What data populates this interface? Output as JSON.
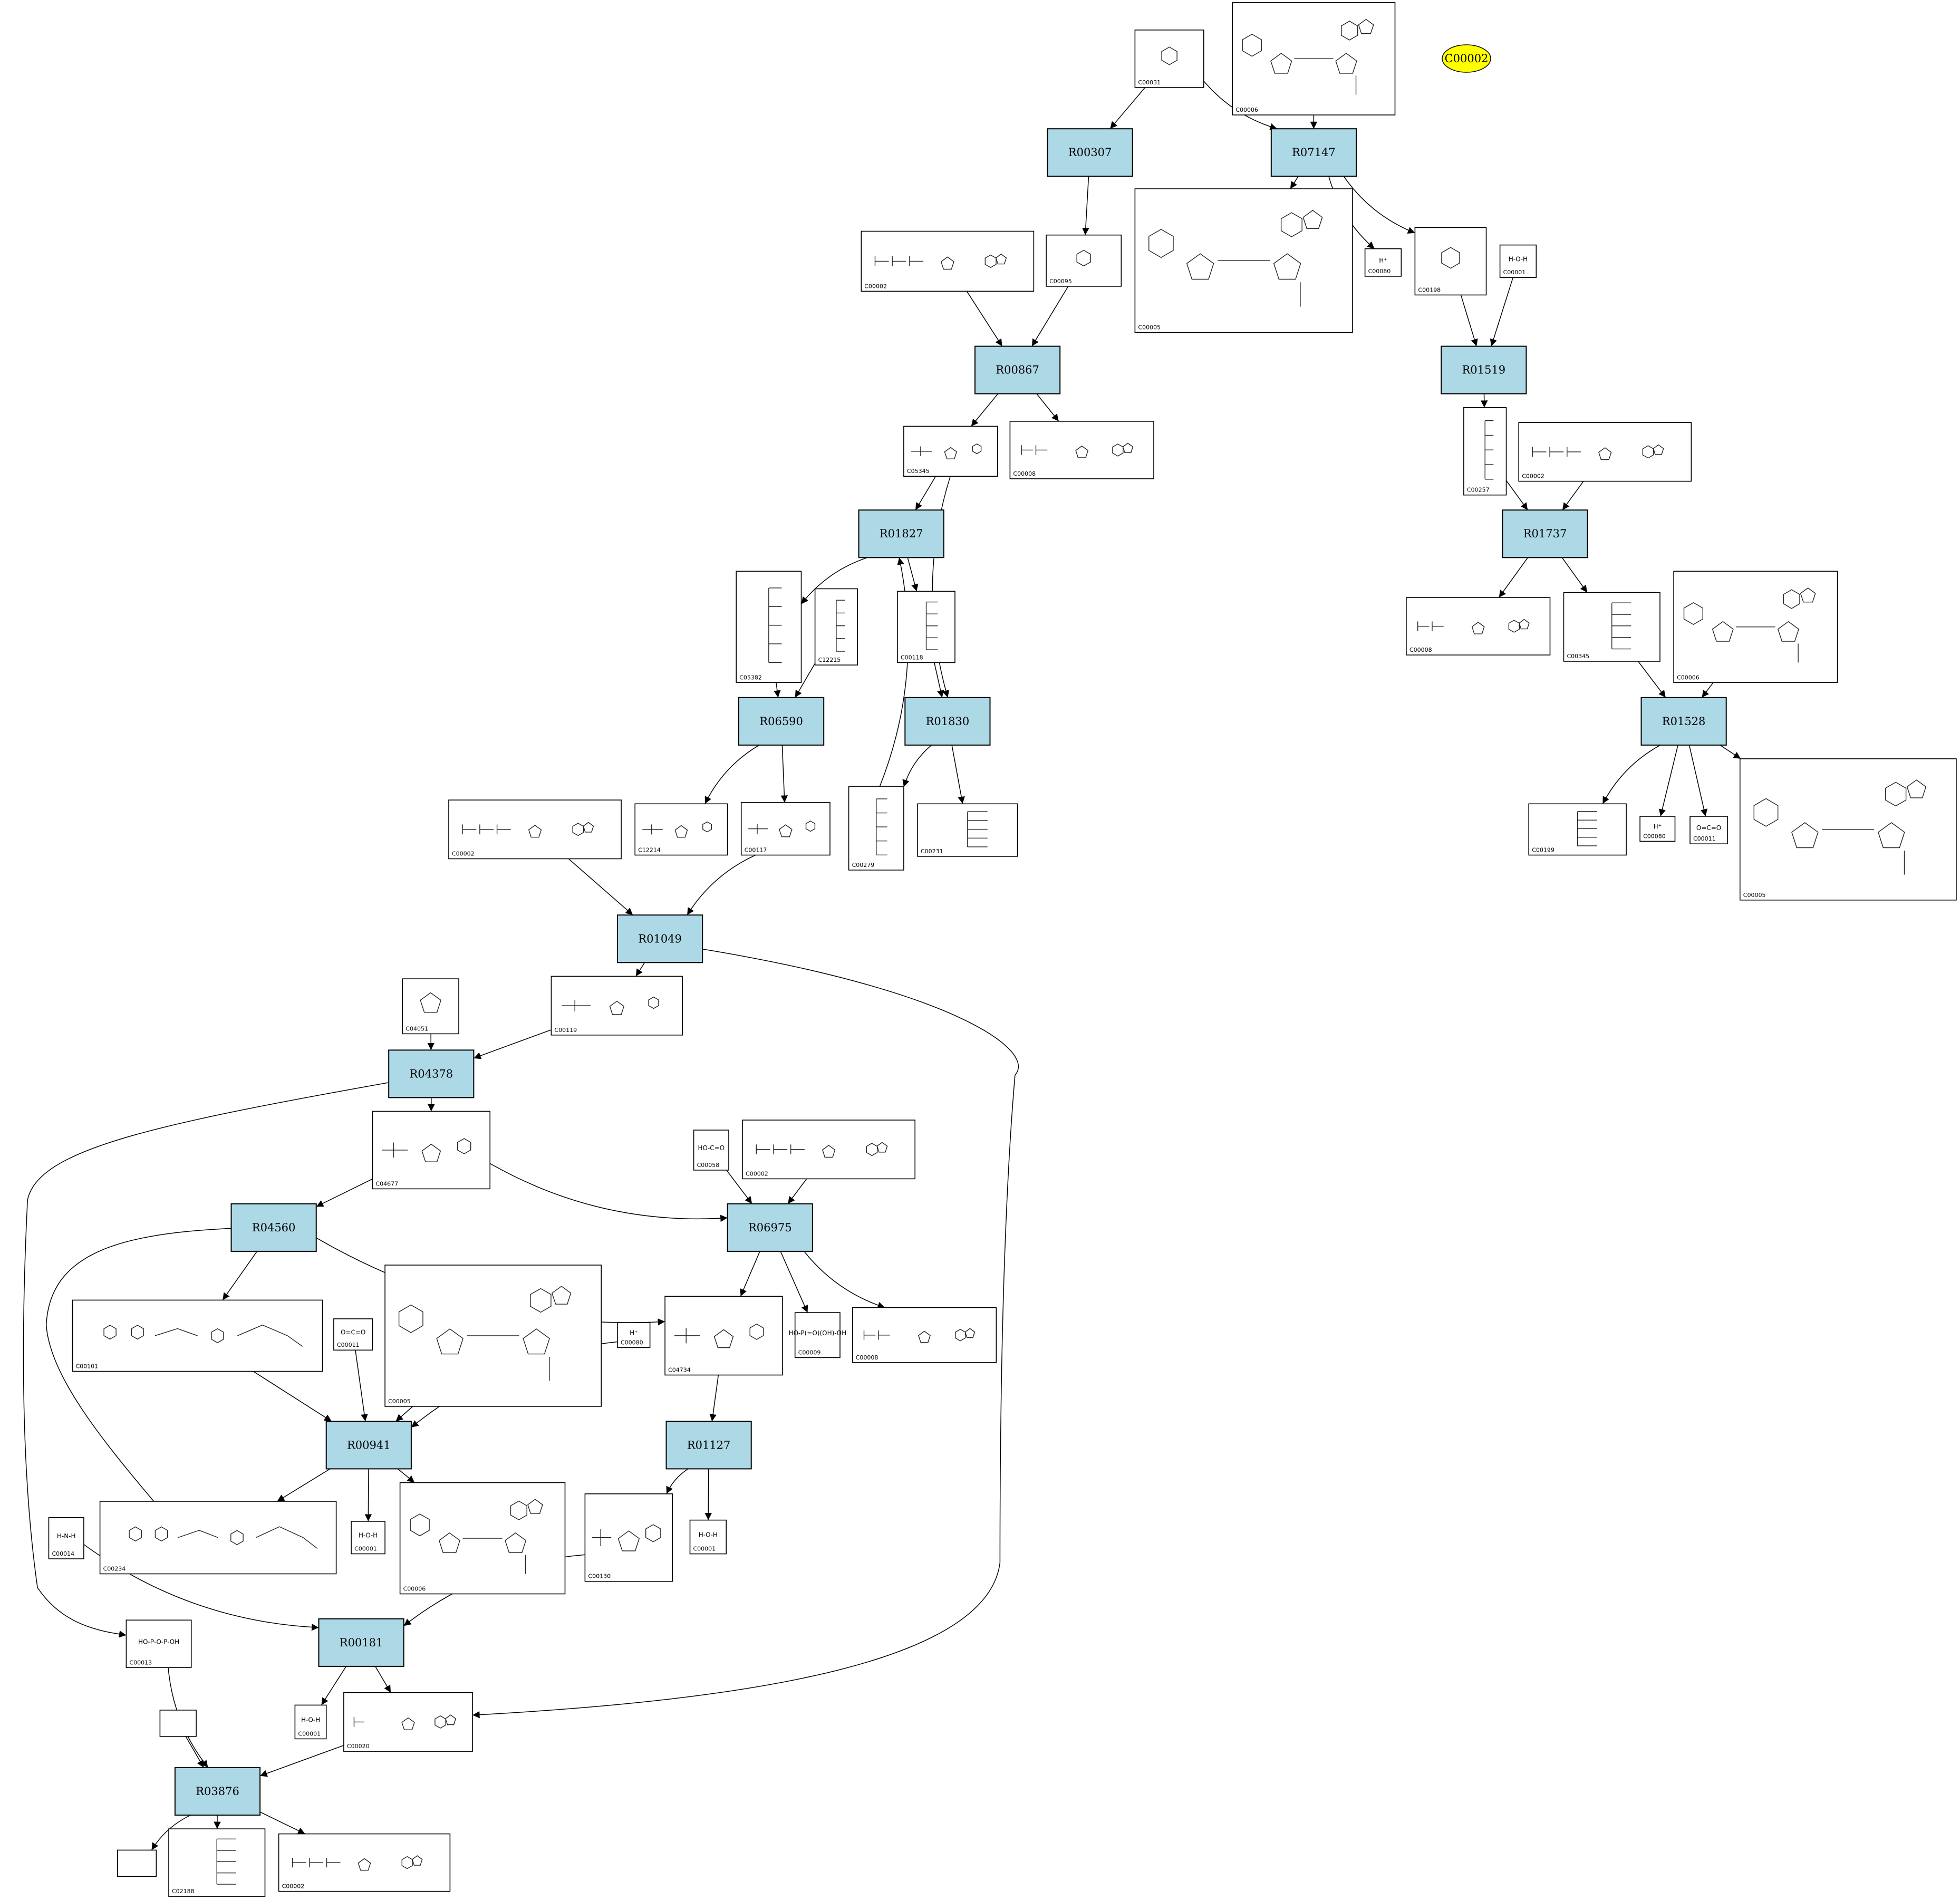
{
  "graph": {
    "reactions": [
      {
        "id": "R00307",
        "label": "R00307"
      },
      {
        "id": "R07147",
        "label": "R07147"
      },
      {
        "id": "R00867",
        "label": "R00867"
      },
      {
        "id": "R01519",
        "label": "R01519"
      },
      {
        "id": "R01827",
        "label": "R01827"
      },
      {
        "id": "R01737",
        "label": "R01737"
      },
      {
        "id": "R06590",
        "label": "R06590"
      },
      {
        "id": "R01830",
        "label": "R01830"
      },
      {
        "id": "R01528",
        "label": "R01528"
      },
      {
        "id": "R01049",
        "label": "R01049"
      },
      {
        "id": "R04378",
        "label": "R04378"
      },
      {
        "id": "R04560",
        "label": "R04560"
      },
      {
        "id": "R06975",
        "label": "R06975"
      },
      {
        "id": "R00941",
        "label": "R00941"
      },
      {
        "id": "R01127",
        "label": "R01127"
      },
      {
        "id": "R00181",
        "label": "R00181"
      },
      {
        "id": "R03876",
        "label": "R03876"
      }
    ],
    "highlight": {
      "id": "C00002",
      "label": "C00002",
      "color": "#ffff00"
    },
    "reaction_color": "#add8e6",
    "compounds": [
      {
        "key": "c31",
        "cid": "C00031",
        "kind": "sugar",
        "formula": ""
      },
      {
        "key": "c6a",
        "cid": "C00006",
        "kind": "nucleotide",
        "formula": ""
      },
      {
        "key": "c2a",
        "cid": "C00002",
        "kind": "atp",
        "formula": ""
      },
      {
        "key": "c95",
        "cid": "C00095",
        "kind": "sugar",
        "formula": ""
      },
      {
        "key": "c5a",
        "cid": "C00005",
        "kind": "nucleotide",
        "formula": ""
      },
      {
        "key": "c80a",
        "cid": "C00080",
        "kind": "formula",
        "formula": "H⁺"
      },
      {
        "key": "c198",
        "cid": "C00198",
        "kind": "sugar",
        "formula": ""
      },
      {
        "key": "c1a",
        "cid": "C00001",
        "kind": "water",
        "formula": "H‑O‑H"
      },
      {
        "key": "c5345",
        "cid": "C05345",
        "kind": "sugarP",
        "formula": ""
      },
      {
        "key": "c8a",
        "cid": "C00008",
        "kind": "adp",
        "formula": ""
      },
      {
        "key": "c257",
        "cid": "C00257",
        "kind": "chain",
        "formula": ""
      },
      {
        "key": "c2b",
        "cid": "C00002",
        "kind": "atp",
        "formula": ""
      },
      {
        "key": "c5382",
        "cid": "C05382",
        "kind": "chain",
        "formula": ""
      },
      {
        "key": "c12215",
        "cid": "C12215",
        "kind": "chain",
        "formula": ""
      },
      {
        "key": "c118",
        "cid": "C00118",
        "kind": "chain",
        "formula": ""
      },
      {
        "key": "c8b",
        "cid": "C00008",
        "kind": "adp",
        "formula": ""
      },
      {
        "key": "c345",
        "cid": "C00345",
        "kind": "chain",
        "formula": ""
      },
      {
        "key": "c6b",
        "cid": "C00006",
        "kind": "nucleotide",
        "formula": ""
      },
      {
        "key": "c2c",
        "cid": "C00002",
        "kind": "atp",
        "formula": ""
      },
      {
        "key": "c12214",
        "cid": "C12214",
        "kind": "sugarP",
        "formula": ""
      },
      {
        "key": "c117",
        "cid": "C00117",
        "kind": "sugarP",
        "formula": ""
      },
      {
        "key": "c279",
        "cid": "C00279",
        "kind": "chain",
        "formula": ""
      },
      {
        "key": "c231",
        "cid": "C00231",
        "kind": "chain",
        "formula": ""
      },
      {
        "key": "c199",
        "cid": "C00199",
        "kind": "chain",
        "formula": ""
      },
      {
        "key": "c80b",
        "cid": "C00080",
        "kind": "formula",
        "formula": "H⁺"
      },
      {
        "key": "c11a",
        "cid": "C00011",
        "kind": "formula",
        "formula": "O=C=O"
      },
      {
        "key": "c5b",
        "cid": "C00005",
        "kind": "nucleotide",
        "formula": ""
      },
      {
        "key": "c4051",
        "cid": "C04051",
        "kind": "ring",
        "formula": ""
      },
      {
        "key": "c119",
        "cid": "C00119",
        "kind": "sugarP",
        "formula": ""
      },
      {
        "key": "c4677",
        "cid": "C04677",
        "kind": "sugarP",
        "formula": ""
      },
      {
        "key": "c58",
        "cid": "C00058",
        "kind": "formula",
        "formula": "HO‑C=O"
      },
      {
        "key": "c2d",
        "cid": "C00002",
        "kind": "atp",
        "formula": ""
      },
      {
        "key": "c101",
        "cid": "C00101",
        "kind": "folate",
        "formula": ""
      },
      {
        "key": "c11b",
        "cid": "C00011",
        "kind": "formula",
        "formula": "O=C=O"
      },
      {
        "key": "c5c",
        "cid": "C00005",
        "kind": "nucleotide",
        "formula": ""
      },
      {
        "key": "c80c",
        "cid": "C00080",
        "kind": "formula",
        "formula": "H⁺"
      },
      {
        "key": "c4734",
        "cid": "C04734",
        "kind": "sugarP",
        "formula": ""
      },
      {
        "key": "c9",
        "cid": "C00009",
        "kind": "formula",
        "formula": "HO‑P(=O)(OH)‑OH"
      },
      {
        "key": "c8c",
        "cid": "C00008",
        "kind": "adp",
        "formula": ""
      },
      {
        "key": "c234",
        "cid": "C00234",
        "kind": "folate",
        "formula": ""
      },
      {
        "key": "c1b",
        "cid": "C00001",
        "kind": "water",
        "formula": "H‑O‑H"
      },
      {
        "key": "c6c",
        "cid": "C00006",
        "kind": "nucleotide",
        "formula": ""
      },
      {
        "key": "c130",
        "cid": "C00130",
        "kind": "sugarP",
        "formula": ""
      },
      {
        "key": "c1c",
        "cid": "C00001",
        "kind": "water",
        "formula": "H‑O‑H"
      },
      {
        "key": "c14",
        "cid": "C00014",
        "kind": "formula",
        "formula": "H‑N‑H"
      },
      {
        "key": "c13",
        "cid": "C00013",
        "kind": "formula",
        "formula": "HO‑P‑O‑P‑OH"
      },
      {
        "key": "c1d",
        "cid": "C00001",
        "kind": "water",
        "formula": "H‑O‑H"
      },
      {
        "key": "c20",
        "cid": "C00020",
        "kind": "amp",
        "formula": ""
      },
      {
        "key": "blank1",
        "cid": "",
        "kind": "blank",
        "formula": ""
      },
      {
        "key": "blank2",
        "cid": "",
        "kind": "blank",
        "formula": ""
      },
      {
        "key": "c2188",
        "cid": "C02188",
        "kind": "chain",
        "formula": ""
      },
      {
        "key": "c2e",
        "cid": "C00002",
        "kind": "atp",
        "formula": ""
      }
    ]
  }
}
